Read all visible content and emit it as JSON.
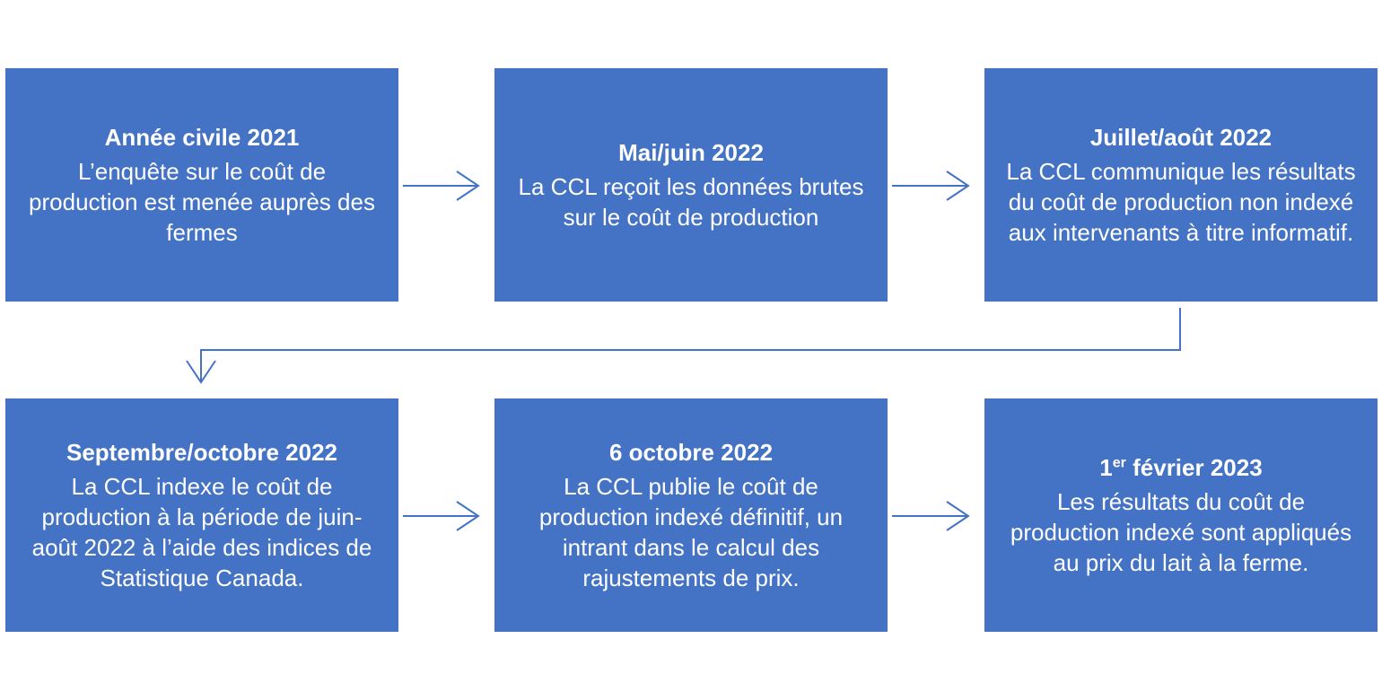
{
  "steps": [
    {
      "title": "Année civile 2021",
      "body": "L’enquête sur le coût de production est menée auprès des fermes"
    },
    {
      "title": "Mai/juin 2022",
      "body": "La CCL reçoit les données brutes sur le coût de production"
    },
    {
      "title": "Juillet/août 2022",
      "body": "La CCL communique les résultats du coût de production non indexé aux intervenants à titre informatif."
    },
    {
      "title": "Septembre/octobre 2022",
      "body": "La CCL indexe le coût de production à la période de juin-août 2022 à l’aide des indices de Statistique Canada."
    },
    {
      "title": "6 octobre 2022",
      "body": "La CCL publie le coût de production indexé définitif, un intrant dans le calcul des rajustements de prix."
    },
    {
      "title_prefix": "1",
      "title_sup": "er",
      "title_rest": " février 2023",
      "body": "Les résultats du coût de production indexé sont appliqués au prix du lait à la ferme."
    }
  ],
  "colors": {
    "box_fill": "#4472c4",
    "arrow": "#4472c4",
    "text": "#ffffff"
  }
}
